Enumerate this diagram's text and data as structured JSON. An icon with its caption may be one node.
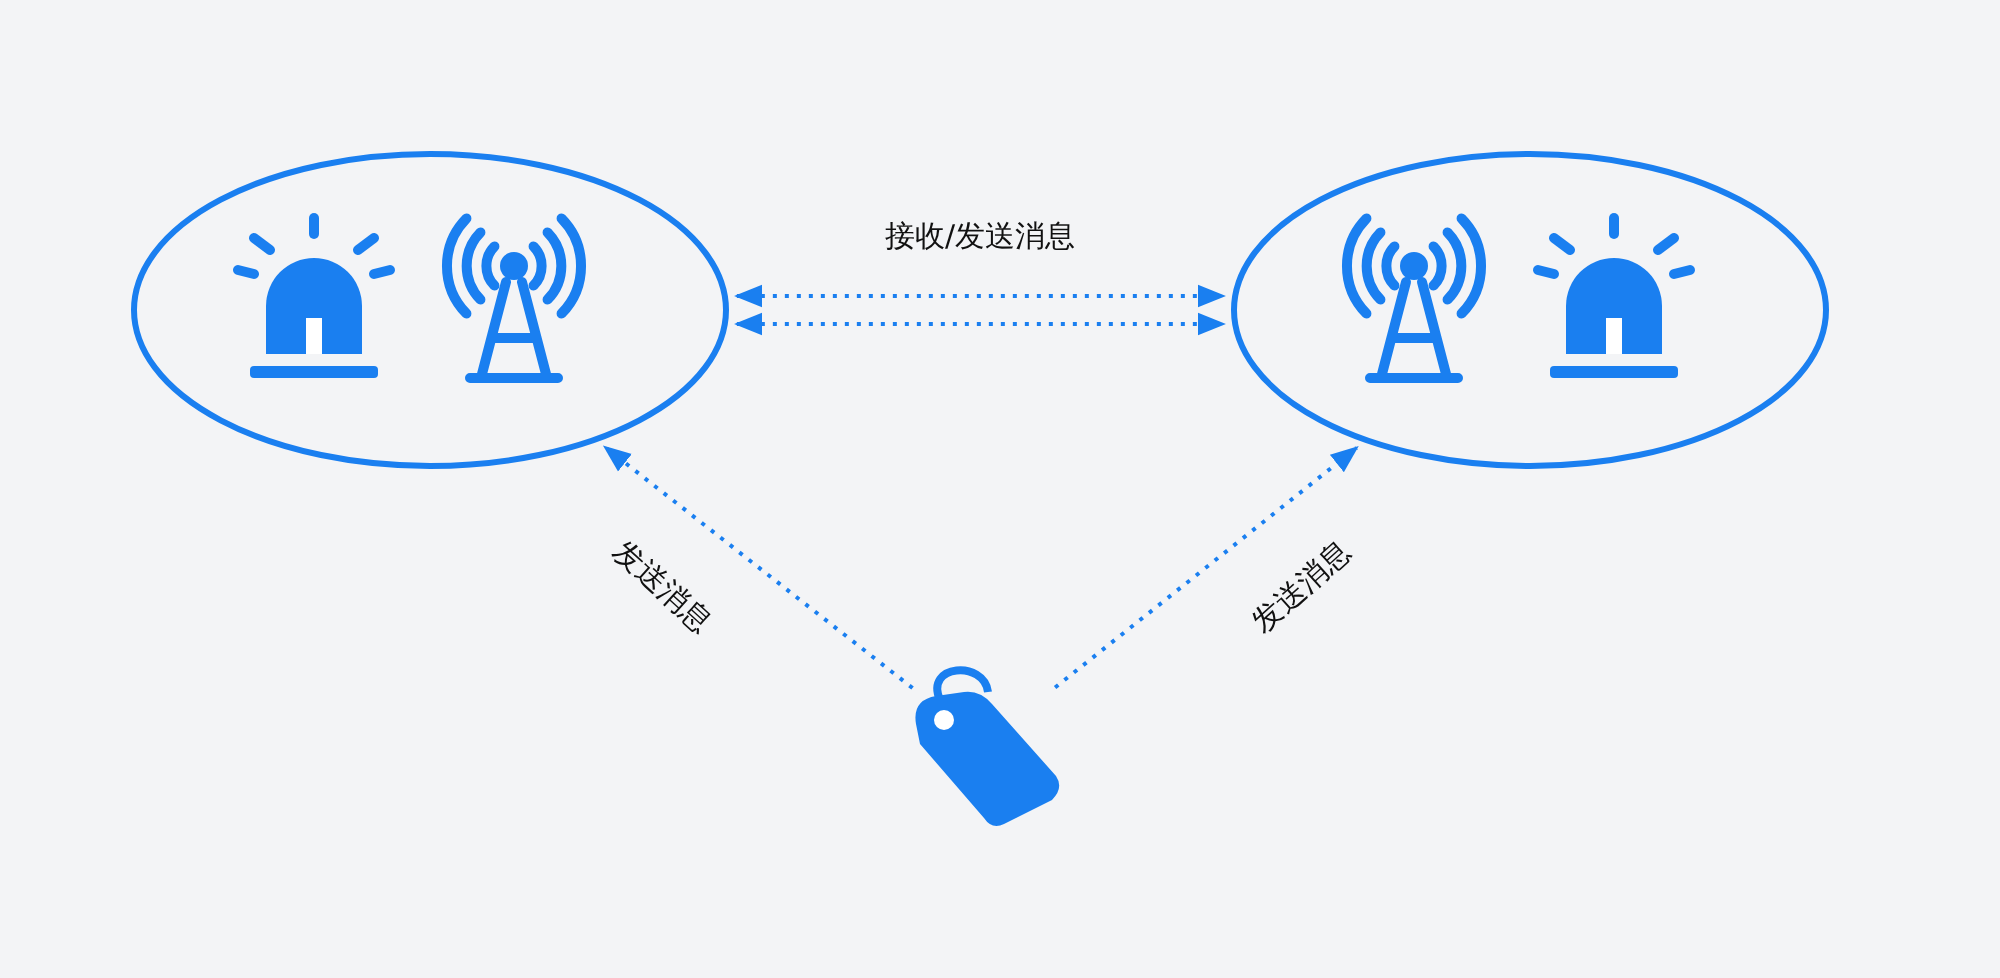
{
  "diagram": {
    "nodes": [
      {
        "text": [],
        "shape": "ellipse"
      },
      {
        "text": [],
        "shape": "ellipse"
      },
      {
        "text": [],
        "shape": "tag"
      }
    ],
    "edges": [
      {
        "from": 0,
        "to": 1,
        "arrow": "both",
        "label": "接收/发送消息",
        "style": "dashed"
      },
      {
        "from": 0,
        "to": 1,
        "arrow": "both",
        "style": "dashed"
      },
      {
        "from": 2,
        "to": 0,
        "arrow": "to",
        "label": "发送消息",
        "style": "dashed"
      },
      {
        "from": 2,
        "to": 1,
        "arrow": "to",
        "label": "发送消息",
        "style": "dashed"
      }
    ]
  }
}
